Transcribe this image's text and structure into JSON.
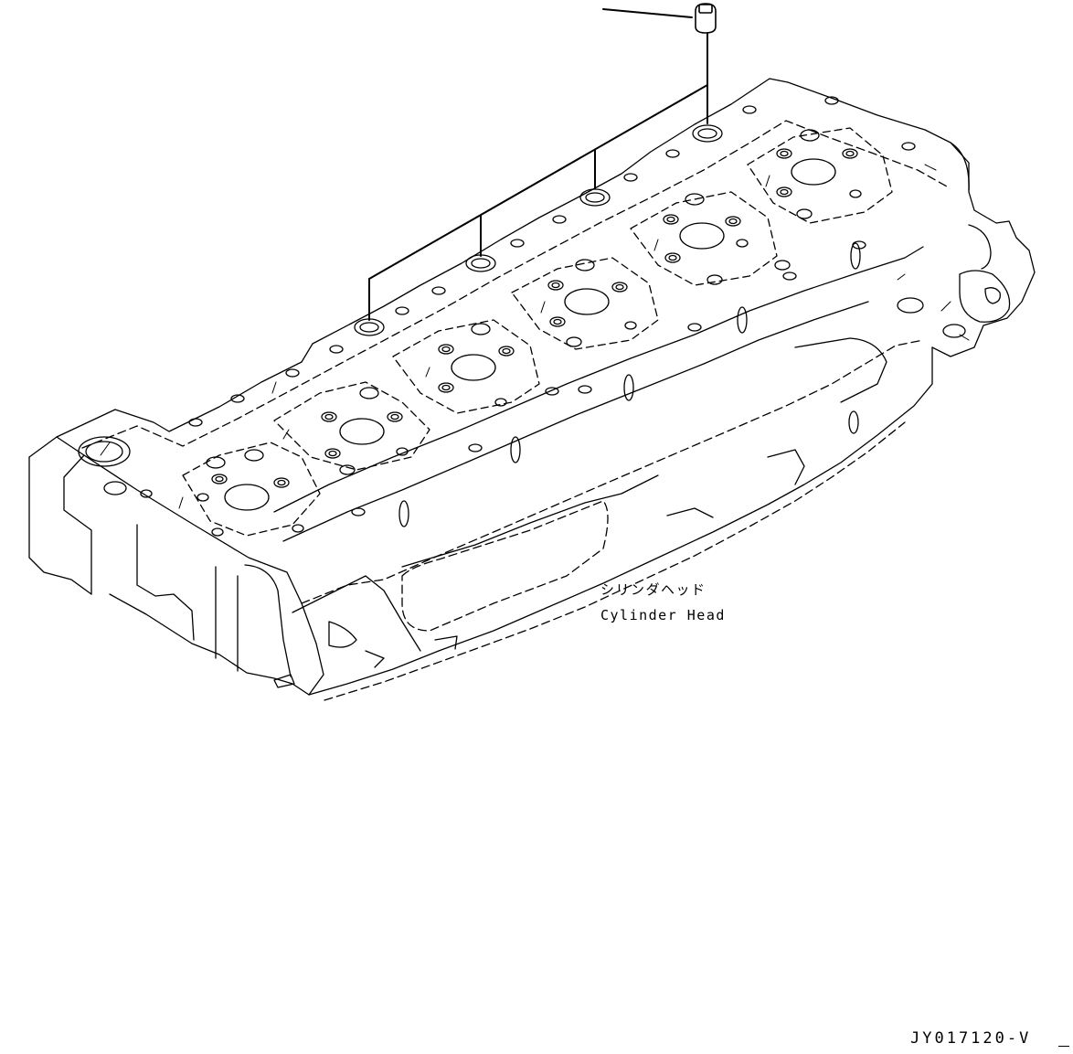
{
  "diagram": {
    "part_label_jp": "シリンダヘッド",
    "part_label_en": "Cylinder Head",
    "drawing_code": "JY017120-V"
  },
  "colors": {
    "line": "#000000",
    "background": "#ffffff"
  },
  "icons": {
    "plug": "plug-icon"
  }
}
